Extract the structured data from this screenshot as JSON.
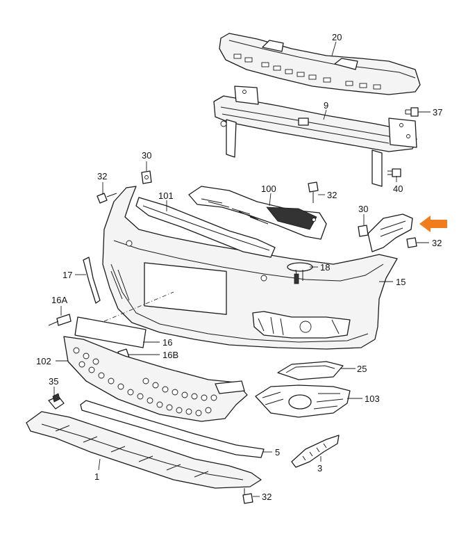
{
  "diagram": {
    "callouts": {
      "c20": "20",
      "c9": "9",
      "c37": "37",
      "c40": "40",
      "c30a": "30",
      "c32a": "32",
      "c101": "101",
      "c100": "100",
      "c32b": "32",
      "c30b": "30",
      "c32c": "32",
      "c17": "17",
      "c18": "18",
      "c15": "15",
      "c16a": "16A",
      "c16": "16",
      "c16b": "16B",
      "c102": "102",
      "c25": "25",
      "c35": "35",
      "c103": "103",
      "c5": "5",
      "c1": "1",
      "c3": "3",
      "c32d": "32"
    },
    "highlight_color": "#f07c1e"
  }
}
